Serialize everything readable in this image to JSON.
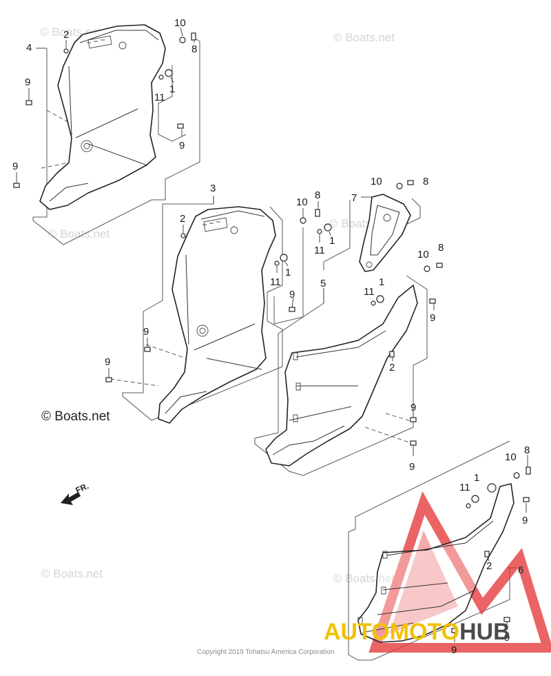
{
  "watermarks": {
    "small": "© Boats.net",
    "large": "© Boats.net"
  },
  "copyright": "Copyright 2019 Tohatsu America Corporation",
  "direction_label": "FR.",
  "logo": {
    "part_a": "AUTOMOTO",
    "part_b": "HUB",
    "color_accent": "#f2c100",
    "color_dark": "#4a4a4a",
    "triangle_color": "#e6393a"
  },
  "labels": {
    "g4": {
      "n4": "4",
      "n2": "2",
      "n10": "10",
      "n8": "8",
      "n1": "1",
      "n11": "11",
      "n9a": "9",
      "n9b": "9",
      "n9c": "9"
    },
    "g3": {
      "n3": "3",
      "n2": "2",
      "n10": "10",
      "n8": "8",
      "n11": "11",
      "n1": "1",
      "n9a": "9",
      "n9b": "9",
      "n9c": "9"
    },
    "g7": {
      "n7": "7",
      "n10": "10",
      "n8": "8",
      "n11": "11",
      "n1": "1"
    },
    "g5": {
      "n5": "5",
      "n10": "10",
      "n8": "8",
      "n11": "11",
      "n1": "1",
      "n9a": "9",
      "n2": "2",
      "n9b": "9",
      "n9c": "9"
    },
    "g6": {
      "n10": "10",
      "n8": "8",
      "n1": "1",
      "n11": "11",
      "n9a": "9",
      "n2": "2",
      "n6": "6",
      "n9b": "9",
      "n9c": "9"
    }
  }
}
